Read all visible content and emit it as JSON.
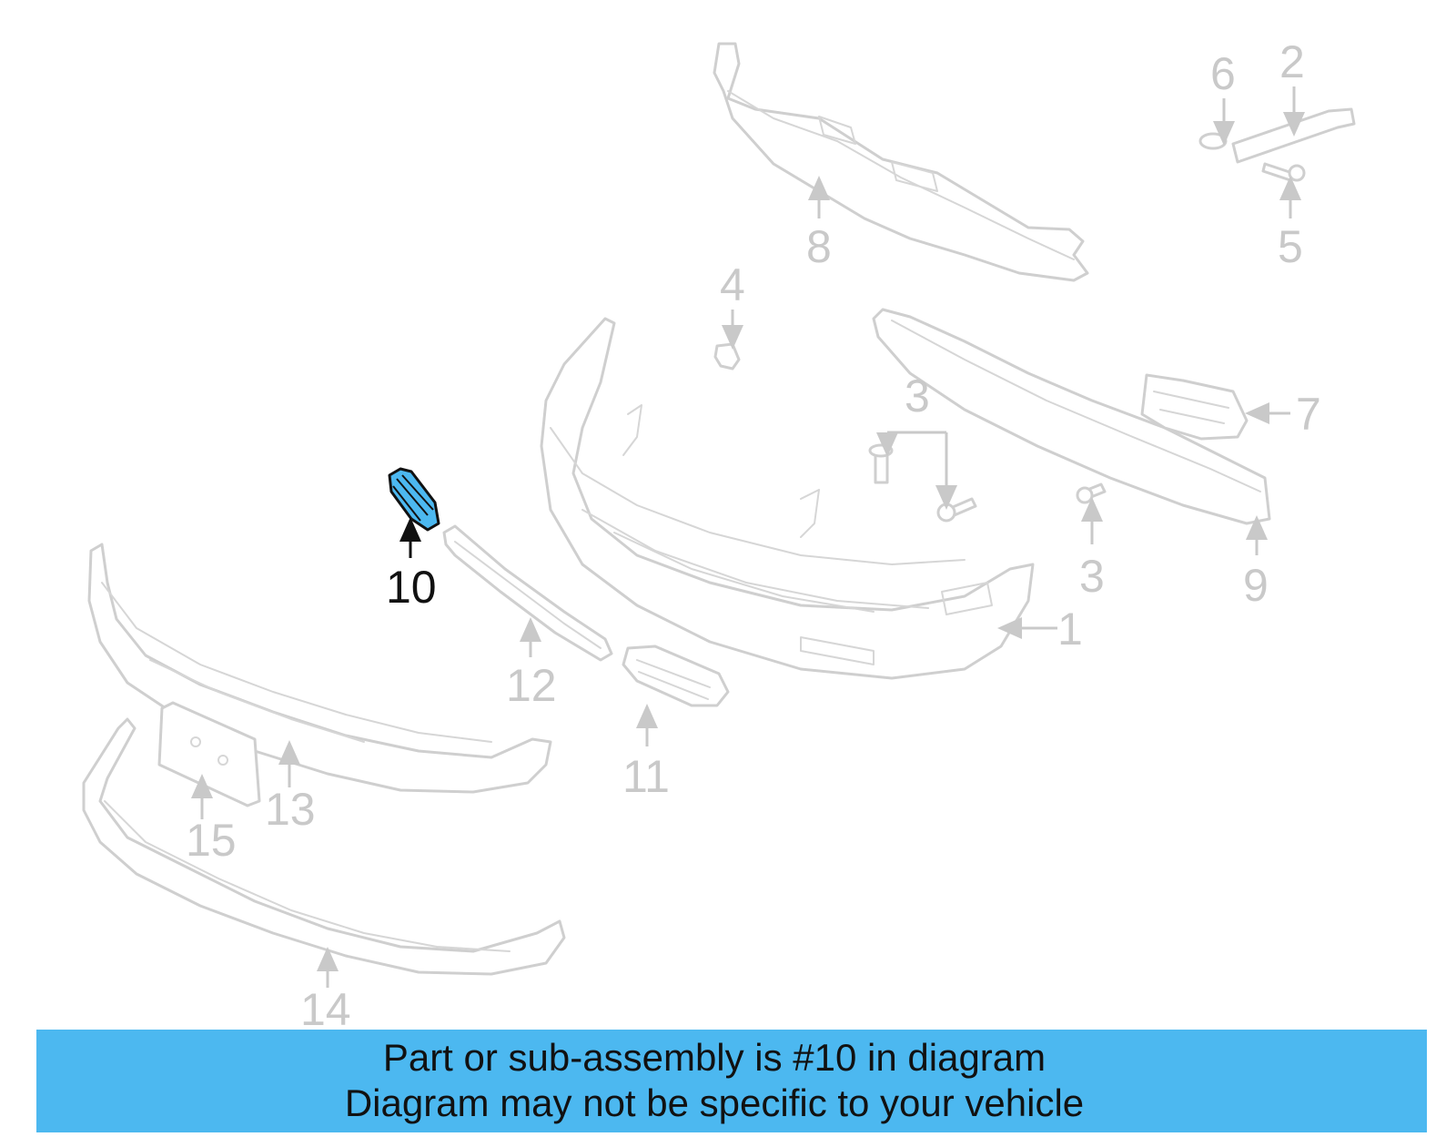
{
  "diagram": {
    "highlight_color": "#4cb8f0",
    "active_callout": "10",
    "callouts": {
      "c1": "1",
      "c2": "2",
      "c3a": "3",
      "c3b": "3",
      "c4": "4",
      "c5": "5",
      "c6": "6",
      "c7": "7",
      "c8": "8",
      "c9": "9",
      "c10": "10",
      "c11": "11",
      "c12": "12",
      "c13": "13",
      "c14": "14",
      "c15": "15"
    }
  },
  "caption": {
    "background": "#4cb8f0",
    "line1": "Part or sub-assembly is #10 in diagram",
    "line2": "Diagram may not be specific to your vehicle"
  }
}
